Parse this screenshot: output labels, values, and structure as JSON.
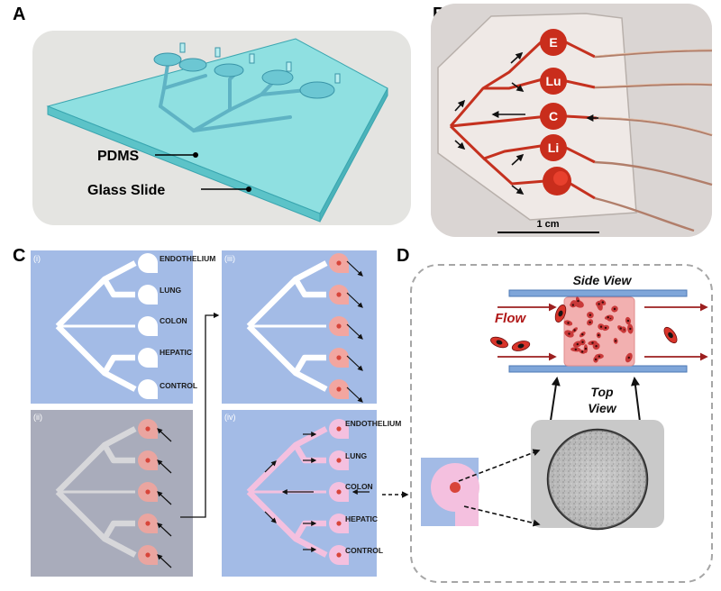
{
  "panels": {
    "a": {
      "letter": "A",
      "pdms": "PDMS",
      "glass": "Glass Slide"
    },
    "b": {
      "letter": "B",
      "chambers": [
        "E",
        "Lu",
        "C",
        "Li",
        ""
      ],
      "scale": "1 cm"
    },
    "c": {
      "letter": "C",
      "sub_i": "(i)",
      "sub_ii": "(ii)",
      "sub_iii": "(iii)",
      "sub_iv": "(iv)",
      "organs": [
        "ENDOTHELIUM",
        "LUNG",
        "COLON",
        "HEPATIC",
        "CONTROL"
      ]
    },
    "d": {
      "letter": "D",
      "side_view": "Side View",
      "top_view_1": "Top",
      "top_view_2": "View",
      "flow": "Flow"
    }
  },
  "colors": {
    "chip_blue": "#a3bbe6",
    "chip_grey": "#a9acbb",
    "channel_pink": "#f4c0df",
    "cell_red": "#d8453a",
    "arrow_dark": "#111111",
    "flow_red": "#9c1f1f",
    "glass_cyan": "#7fd9da"
  }
}
